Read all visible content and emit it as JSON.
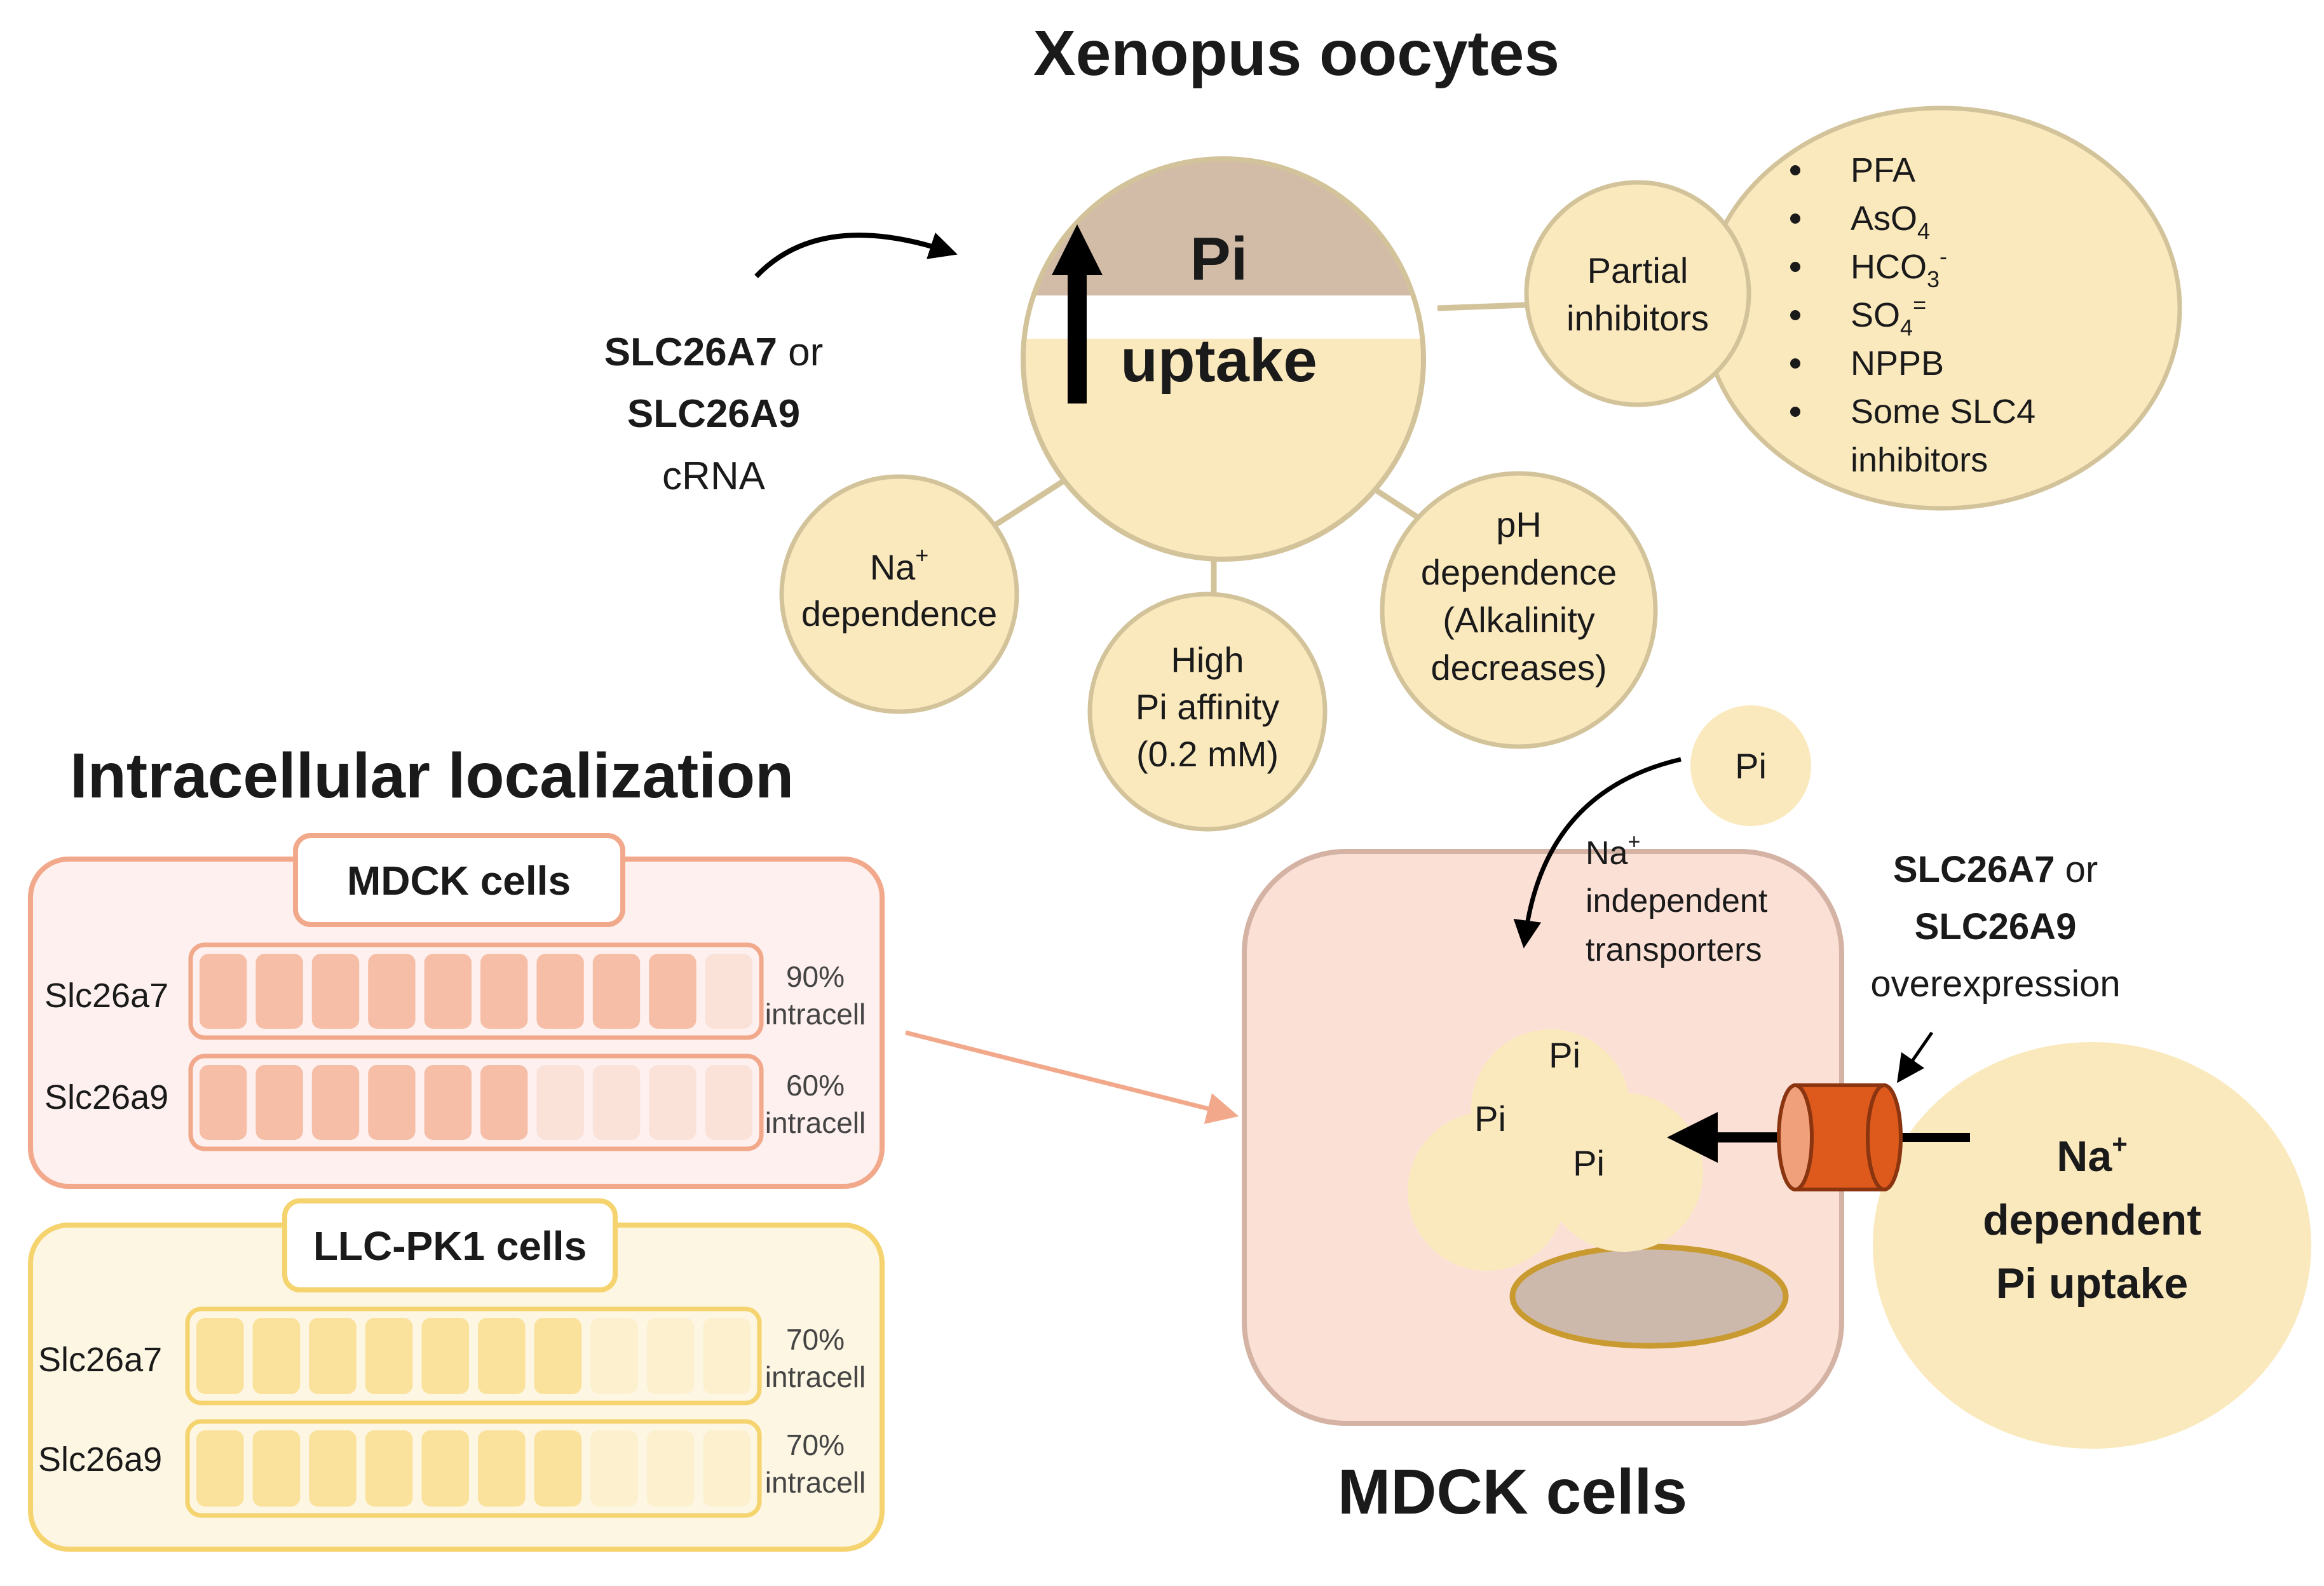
{
  "colors": {
    "cream": "#fbe9be",
    "cream_stroke": "#d3c39a",
    "oocyte_top": "#d2bca8",
    "pink_bg": "#fdf0ee",
    "pink_stroke": "#f2a98b",
    "pink_seg": "#f6bea6",
    "yellow_bg": "#fdf6e3",
    "yellow_stroke": "#f5d36e",
    "yellow_seg": "#fbe29c",
    "cell_fill": "#fbe0d6",
    "cell_stroke": "#d4b3a4",
    "nucleus_fill": "#cdb9ab",
    "nucleus_stroke": "#c99a30",
    "channel": "#dd5a1c",
    "channel_stroke": "#8a3410"
  },
  "xenopus": {
    "title": "Xenopus oocytes",
    "oocyte_pi": "Pi",
    "oocyte_uptake": "uptake",
    "input_gene1": "SLC26A7",
    "input_or": " or",
    "input_gene2": "SLC26A9",
    "input_crna": "cRNA",
    "partial_l1": "Partial",
    "partial_l2": "inhibitors",
    "inhibitors": [
      "PFA",
      "AsO4",
      "HCO3-",
      "SO4=",
      "NPPB",
      "Some SLC4",
      "inhibitors"
    ],
    "na_l1": "Na",
    "na_l2": "dependence",
    "high_l1": "High",
    "high_l2": "Pi affinity",
    "high_l3": "(0.2 mM)",
    "ph_l1": "pH",
    "ph_l2": "dependence",
    "ph_l3": "(Alkalinity",
    "ph_l4": "decreases)",
    "superscript_plus": "+"
  },
  "localization": {
    "title": "Intracellular localization",
    "panels": [
      {
        "name": "MDCK cells",
        "rows": [
          {
            "label": "Slc26a7",
            "fraction": 0.9,
            "pct": "90%",
            "unit": "intracell"
          },
          {
            "label": "Slc26a9",
            "fraction": 0.6,
            "pct": "60%",
            "unit": "intracell"
          }
        ]
      },
      {
        "name": "LLC-PK1 cells",
        "rows": [
          {
            "label": "Slc26a7",
            "fraction": 0.7,
            "pct": "70%",
            "unit": "intracell"
          },
          {
            "label": "Slc26a9",
            "fraction": 0.7,
            "pct": "70%",
            "unit": "intracell"
          }
        ]
      }
    ]
  },
  "mdck": {
    "title": "MDCK cells",
    "external_pi": "Pi",
    "na_indep_l1": "Na",
    "na_indep_l2": "independent",
    "na_indep_l3": "transporters",
    "pi_cluster": [
      "Pi",
      "Pi",
      "Pi"
    ],
    "overexp_gene1": "SLC26A7",
    "overexp_or": " or",
    "overexp_gene2": "SLC26A9",
    "overexp_l3": "overexpression",
    "dep_l1": "Na",
    "dep_l2": "dependent",
    "dep_l3": "Pi uptake"
  }
}
